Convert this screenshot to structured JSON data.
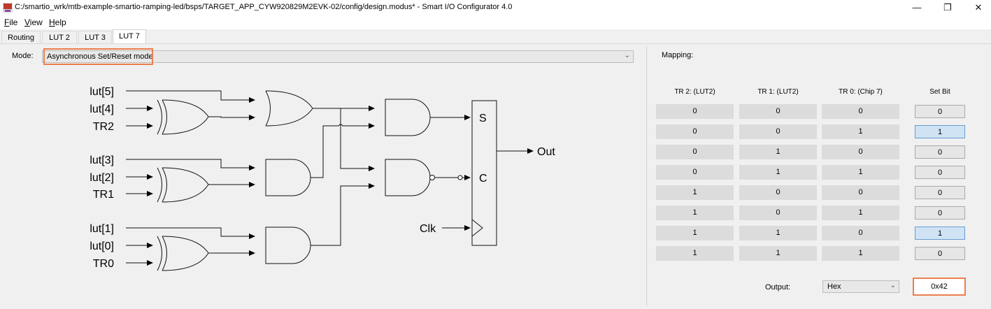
{
  "window": {
    "title": "C:/smartio_wrk/mtb-example-smartio-ramping-led/bsps/TARGET_APP_CYW920829M2EVK-02/config/design.modus* - Smart I/O Configurator 4.0",
    "minimize": "—",
    "maximize": "❐",
    "close": "✕"
  },
  "menu": {
    "file_key": "F",
    "file_rest": "ile",
    "view_key": "V",
    "view_rest": "iew",
    "help_key": "H",
    "help_rest": "elp"
  },
  "tabs": [
    "Routing",
    "LUT 2",
    "LUT 3",
    "LUT 7"
  ],
  "active_tab": "LUT 7",
  "mode": {
    "label": "Mode:",
    "value": "Asynchronous Set/Reset mode",
    "arrow": "⌄"
  },
  "diagram": {
    "inputs": [
      "lut[5]",
      "lut[4]",
      "TR2",
      "lut[3]",
      "lut[2]",
      "TR1",
      "lut[1]",
      "lut[0]",
      "TR0"
    ],
    "ports": [
      "S",
      "C"
    ],
    "clock": "Clk",
    "output": "Out"
  },
  "mapping": {
    "title": "Mapping:",
    "headers": [
      "TR 2:  (LUT2)",
      "TR 1:  (LUT2)",
      "TR 0:  (Chip 7)",
      "Set Bit"
    ],
    "rows": [
      [
        "0",
        "0",
        "0",
        "0"
      ],
      [
        "0",
        "0",
        "1",
        "1"
      ],
      [
        "0",
        "1",
        "0",
        "0"
      ],
      [
        "0",
        "1",
        "1",
        "0"
      ],
      [
        "1",
        "0",
        "0",
        "0"
      ],
      [
        "1",
        "0",
        "1",
        "0"
      ],
      [
        "1",
        "1",
        "0",
        "1"
      ],
      [
        "1",
        "1",
        "1",
        "0"
      ]
    ]
  },
  "output": {
    "label": "Output:",
    "format": "Hex",
    "arrow": "⌄",
    "value": "0x42"
  },
  "colors": {
    "highlight": "#ec7f4d",
    "set_bit_on": "#cfe3f5"
  }
}
